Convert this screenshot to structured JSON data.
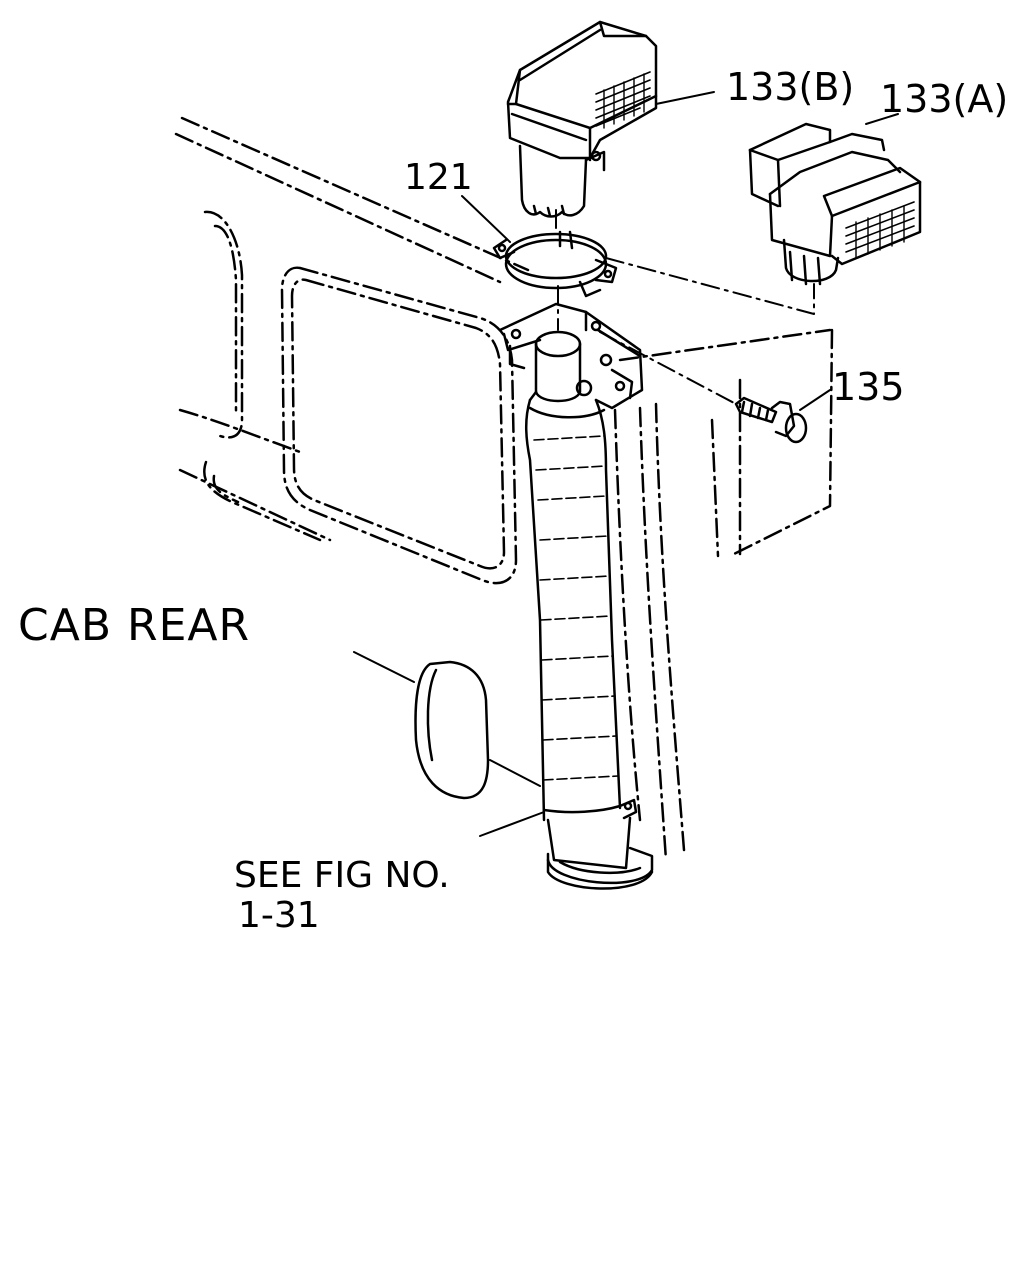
{
  "labels": {
    "part_133b": "133(B)",
    "part_133a": "133(A)",
    "part_121": "121",
    "part_135": "135",
    "cab_rear": "CAB REAR",
    "see_fig_line1": "SEE FIG NO.",
    "see_fig_line2": "1-31"
  },
  "colors": {
    "ink": "#000000",
    "paper": "#ffffff"
  }
}
